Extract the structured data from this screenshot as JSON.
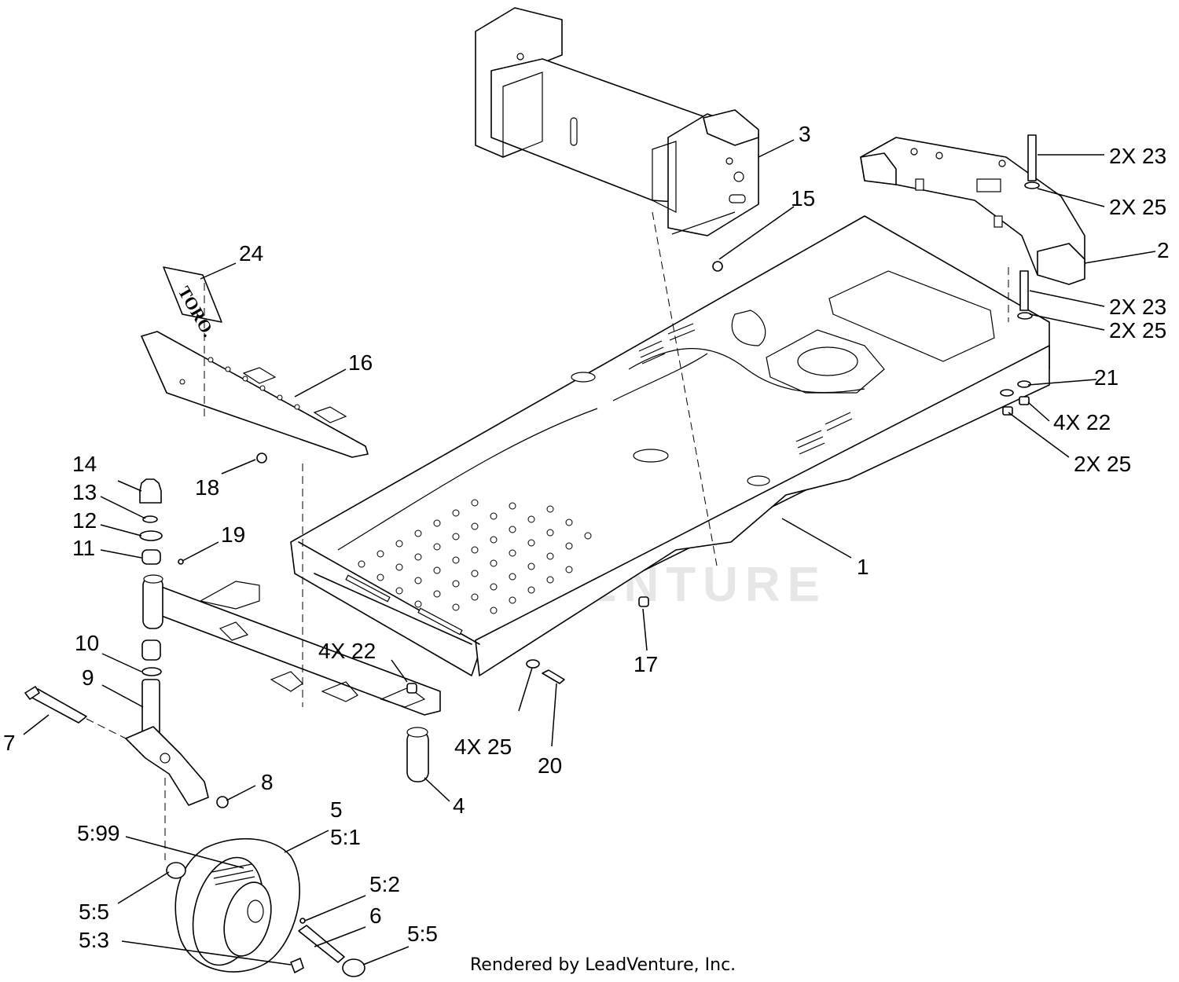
{
  "callouts": {
    "c1": "1",
    "c2": "2",
    "c3": "3",
    "c4": "4",
    "c5": "5",
    "c5_1": "5:1",
    "c5_2": "5:2",
    "c5_3": "5:3",
    "c5_5a": "5:5",
    "c5_5b": "5:5",
    "c5_99": "5:99",
    "c6": "6",
    "c7": "7",
    "c8": "8",
    "c9": "9",
    "c10": "10",
    "c11": "11",
    "c12": "12",
    "c13": "13",
    "c14": "14",
    "c15": "15",
    "c16": "16",
    "c17": "17",
    "c18": "18",
    "c19": "19",
    "c20": "20",
    "c21": "21",
    "c22_left": "4X  22",
    "c22_right": "4X  22",
    "c23_top": "2X  23",
    "c23_mid": "2X  23",
    "c24": "24",
    "c25_top": "2X  25",
    "c25_mid": "2X  25",
    "c25_low": "2X  25",
    "c25_left": "4X  25"
  },
  "decal_text": "TORO.",
  "watermark_text": "LEADVENTURE",
  "credit": "Rendered by LeadVenture, Inc."
}
